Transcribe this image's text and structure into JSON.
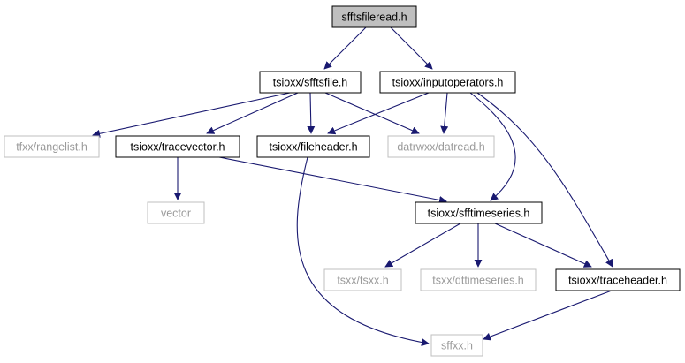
{
  "graph": {
    "nodes": [
      {
        "id": "root",
        "label": "sfftsfileread.h",
        "style": "root"
      },
      {
        "id": "sfftsfile",
        "label": "tsioxx/sfftsfile.h",
        "style": "documented"
      },
      {
        "id": "inputoperators",
        "label": "tsioxx/inputoperators.h",
        "style": "documented"
      },
      {
        "id": "rangelist",
        "label": "tfxx/rangelist.h",
        "style": "external"
      },
      {
        "id": "tracevector",
        "label": "tsioxx/tracevector.h",
        "style": "documented"
      },
      {
        "id": "fileheader",
        "label": "tsioxx/fileheader.h",
        "style": "documented"
      },
      {
        "id": "datread",
        "label": "datrwxx/datread.h",
        "style": "external"
      },
      {
        "id": "vector",
        "label": "vector",
        "style": "external"
      },
      {
        "id": "sfftimeseries",
        "label": "tsioxx/sfftimeseries.h",
        "style": "documented"
      },
      {
        "id": "tsxx",
        "label": "tsxx/tsxx.h",
        "style": "external"
      },
      {
        "id": "dttimeseries",
        "label": "tsxx/dttimeseries.h",
        "style": "external"
      },
      {
        "id": "traceheader",
        "label": "tsioxx/traceheader.h",
        "style": "documented"
      },
      {
        "id": "sffxx",
        "label": "sffxx.h",
        "style": "external"
      }
    ],
    "edges": [
      {
        "from": "root",
        "to": "sfftsfile"
      },
      {
        "from": "root",
        "to": "inputoperators"
      },
      {
        "from": "sfftsfile",
        "to": "rangelist"
      },
      {
        "from": "sfftsfile",
        "to": "tracevector"
      },
      {
        "from": "sfftsfile",
        "to": "fileheader"
      },
      {
        "from": "sfftsfile",
        "to": "datread"
      },
      {
        "from": "inputoperators",
        "to": "fileheader"
      },
      {
        "from": "inputoperators",
        "to": "datread"
      },
      {
        "from": "inputoperators",
        "to": "sfftimeseries"
      },
      {
        "from": "inputoperators",
        "to": "traceheader"
      },
      {
        "from": "tracevector",
        "to": "vector"
      },
      {
        "from": "tracevector",
        "to": "sfftimeseries"
      },
      {
        "from": "fileheader",
        "to": "sffxx"
      },
      {
        "from": "sfftimeseries",
        "to": "tsxx"
      },
      {
        "from": "sfftimeseries",
        "to": "dttimeseries"
      },
      {
        "from": "sfftimeseries",
        "to": "traceheader"
      },
      {
        "from": "traceheader",
        "to": "sffxx"
      }
    ]
  },
  "colors": {
    "edge": "#191970",
    "documented_border": "#000000",
    "external_border": "#bfbfbf",
    "external_text": "#9a9a9a",
    "root_fill": "#bfbfbf",
    "text": "#000000"
  }
}
